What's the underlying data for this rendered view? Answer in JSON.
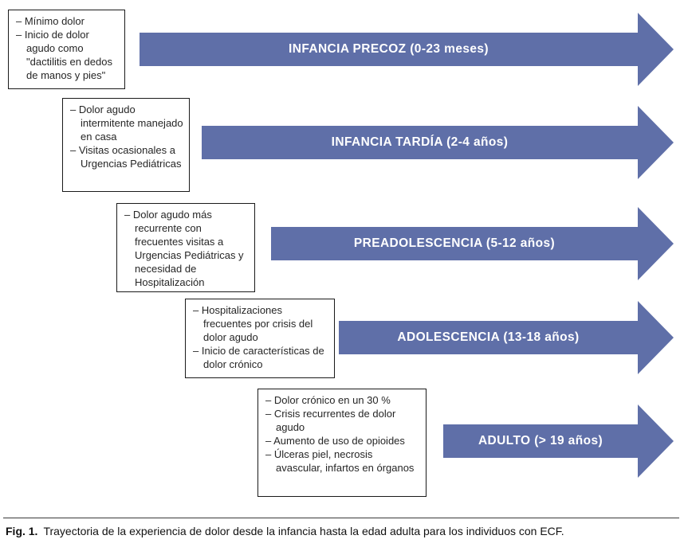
{
  "colors": {
    "arrow_fill": "#5f6fa8",
    "arrow_text": "#ffffff",
    "box_border": "#1a1a1a",
    "text": "#262626"
  },
  "stages": [
    {
      "label": "INFANCIA PRECOZ (0-23 meses)",
      "bullets": [
        "– Mínimo dolor",
        "– Inicio de dolor agudo como \"dactilitis en dedos de manos y pies\""
      ]
    },
    {
      "label": "INFANCIA TARDÍA (2-4 años)",
      "bullets": [
        "– Dolor agudo intermitente manejado en casa",
        "– Visitas ocasionales a Urgencias Pediátricas"
      ]
    },
    {
      "label": "PREADOLESCENCIA (5-12 años)",
      "bullets": [
        "– Dolor agudo más recurrente con frecuentes visitas a Urgencias Pediátricas y necesidad de Hospitalización"
      ]
    },
    {
      "label": "ADOLESCENCIA (13-18 años)",
      "bullets": [
        "– Hospitalizaciones frecuentes por crisis del dolor agudo",
        "– Inicio de características de dolor crónico"
      ]
    },
    {
      "label": "ADULTO (> 19 años)",
      "bullets": [
        "– Dolor crónico en un 30 %",
        "– Crisis recurrentes de dolor agudo",
        "– Aumento de uso de opioides",
        "– Úlceras piel, necrosis avascular, infartos en órganos"
      ]
    }
  ],
  "caption": {
    "prefix": "Fig. 1.",
    "text": "Trayectoria de la experiencia de dolor desde la infancia hasta la edad adulta para los individuos con ECF."
  }
}
